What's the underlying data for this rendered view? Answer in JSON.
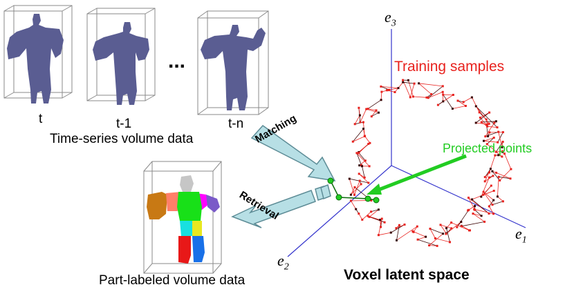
{
  "frames": [
    {
      "label": "t"
    },
    {
      "label": "t-1"
    },
    {
      "label": "t-n"
    }
  ],
  "ellipsis": "...",
  "time_series_label": "Time-series volume data",
  "part_labeled_label": "Part-labeled volume data",
  "matching_label": "Matching",
  "retrieval_label": "Retrieval",
  "training_samples_label": "Training samples",
  "projected_points_label": "Projected points",
  "latent_space_label": "Voxel latent space",
  "axes": {
    "e1": {
      "base": "e",
      "sub": "1"
    },
    "e2": {
      "base": "e",
      "sub": "2"
    },
    "e3": {
      "base": "e",
      "sub": "3"
    }
  },
  "colors": {
    "silhouette": "#5a5d92",
    "axis": "#3333cc",
    "training": "#e8221e",
    "training_dark": "#3a0505",
    "projected": "#22cc22",
    "arrow_fill": "#b7dfe5",
    "arrow_stroke": "#5d8c96",
    "box": "#888888"
  },
  "part_colors": {
    "head": "#c6c6c6",
    "left_sleeve": "#c87914",
    "left_shoulder": "#ff7f69",
    "right_shoulder": "#ff00ff",
    "right_sleeve": "#7a5ac8",
    "torso": "#18e018",
    "waist_left": "#18e0e0",
    "waist_right": "#e8e820",
    "leg_left": "#e81818",
    "leg_right": "#1870e8"
  }
}
